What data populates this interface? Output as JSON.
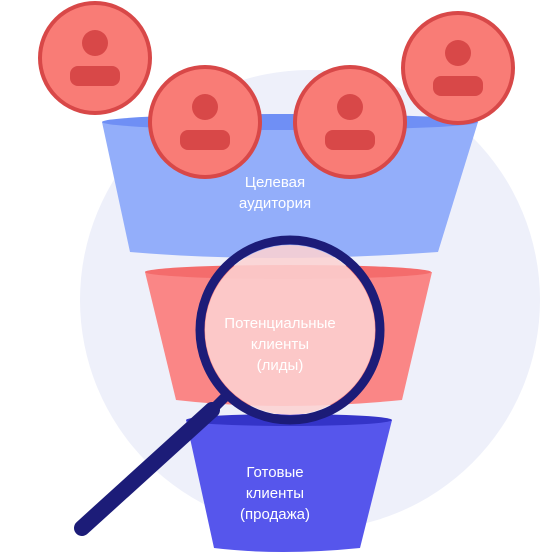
{
  "colors": {
    "background_circle": "#eef0fa",
    "top_stage": "#93aefa",
    "top_stage_rim": "#6f8ff5",
    "middle_stage": "#fa8686",
    "middle_stage_rim": "#f46c6c",
    "bottom_stage": "#5656ec",
    "bottom_stage_rim": "#3434c8",
    "avatar_fill": "#f97c76",
    "avatar_ring": "#d84848",
    "magnifier": "#1c1c78",
    "lens": "#fcd2d2"
  },
  "funnel": {
    "stages": [
      {
        "lines": [
          "Целевая",
          "аудитория"
        ]
      },
      {
        "lines": [
          "Потенциальные",
          "клиенты",
          "(лиды)"
        ]
      },
      {
        "lines": [
          "Готовые",
          "клиенты",
          "(продажа)"
        ]
      }
    ]
  },
  "avatars": {
    "count": 4,
    "icon": "user-icon"
  },
  "magnifier": {
    "icon": "magnifier-icon"
  }
}
